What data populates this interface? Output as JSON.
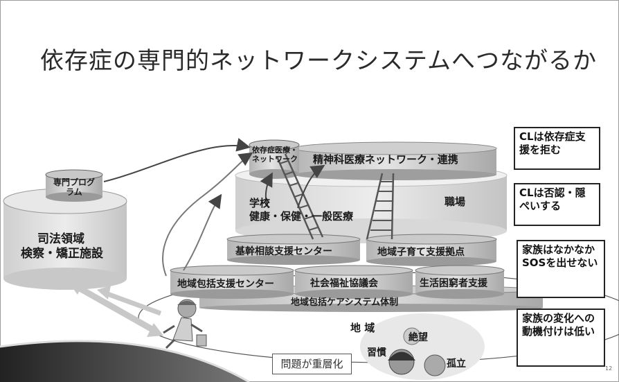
{
  "title": "依存症の専門的ネットワークシステムへつながるか",
  "cylinders": {
    "specialist_program": "専門プログラム",
    "justice_line1": "司法領域",
    "justice_line2": "検察・矯正施設",
    "addiction_medicine": "依存症医療・ネットワーク",
    "psychiatric_network": "精神科医療ネットワーク・連携",
    "school": "学校",
    "health": "健康・保健・一般医療",
    "workplace": "職場",
    "core_consultation": "基幹相談支援センター",
    "childcare_hub": "地域子育て支援拠点",
    "community_center": "地域包括支援センター",
    "social_welfare": "社会福祉協議会",
    "livelihood_support": "生活困窮者支援",
    "integrated_care": "地域包括ケアシステム体制"
  },
  "community": {
    "region": "地 域",
    "despair": "絶望",
    "habit": "習慣",
    "isolation": "孤立"
  },
  "note": "問題が重層化",
  "side_boxes": [
    "CLは依存症支援を拒む",
    "CLは否認・隠ぺいする",
    "家族はなかなかSOSを出せない",
    "家族の変化への動機付けは低い"
  ],
  "page_number": "12"
}
